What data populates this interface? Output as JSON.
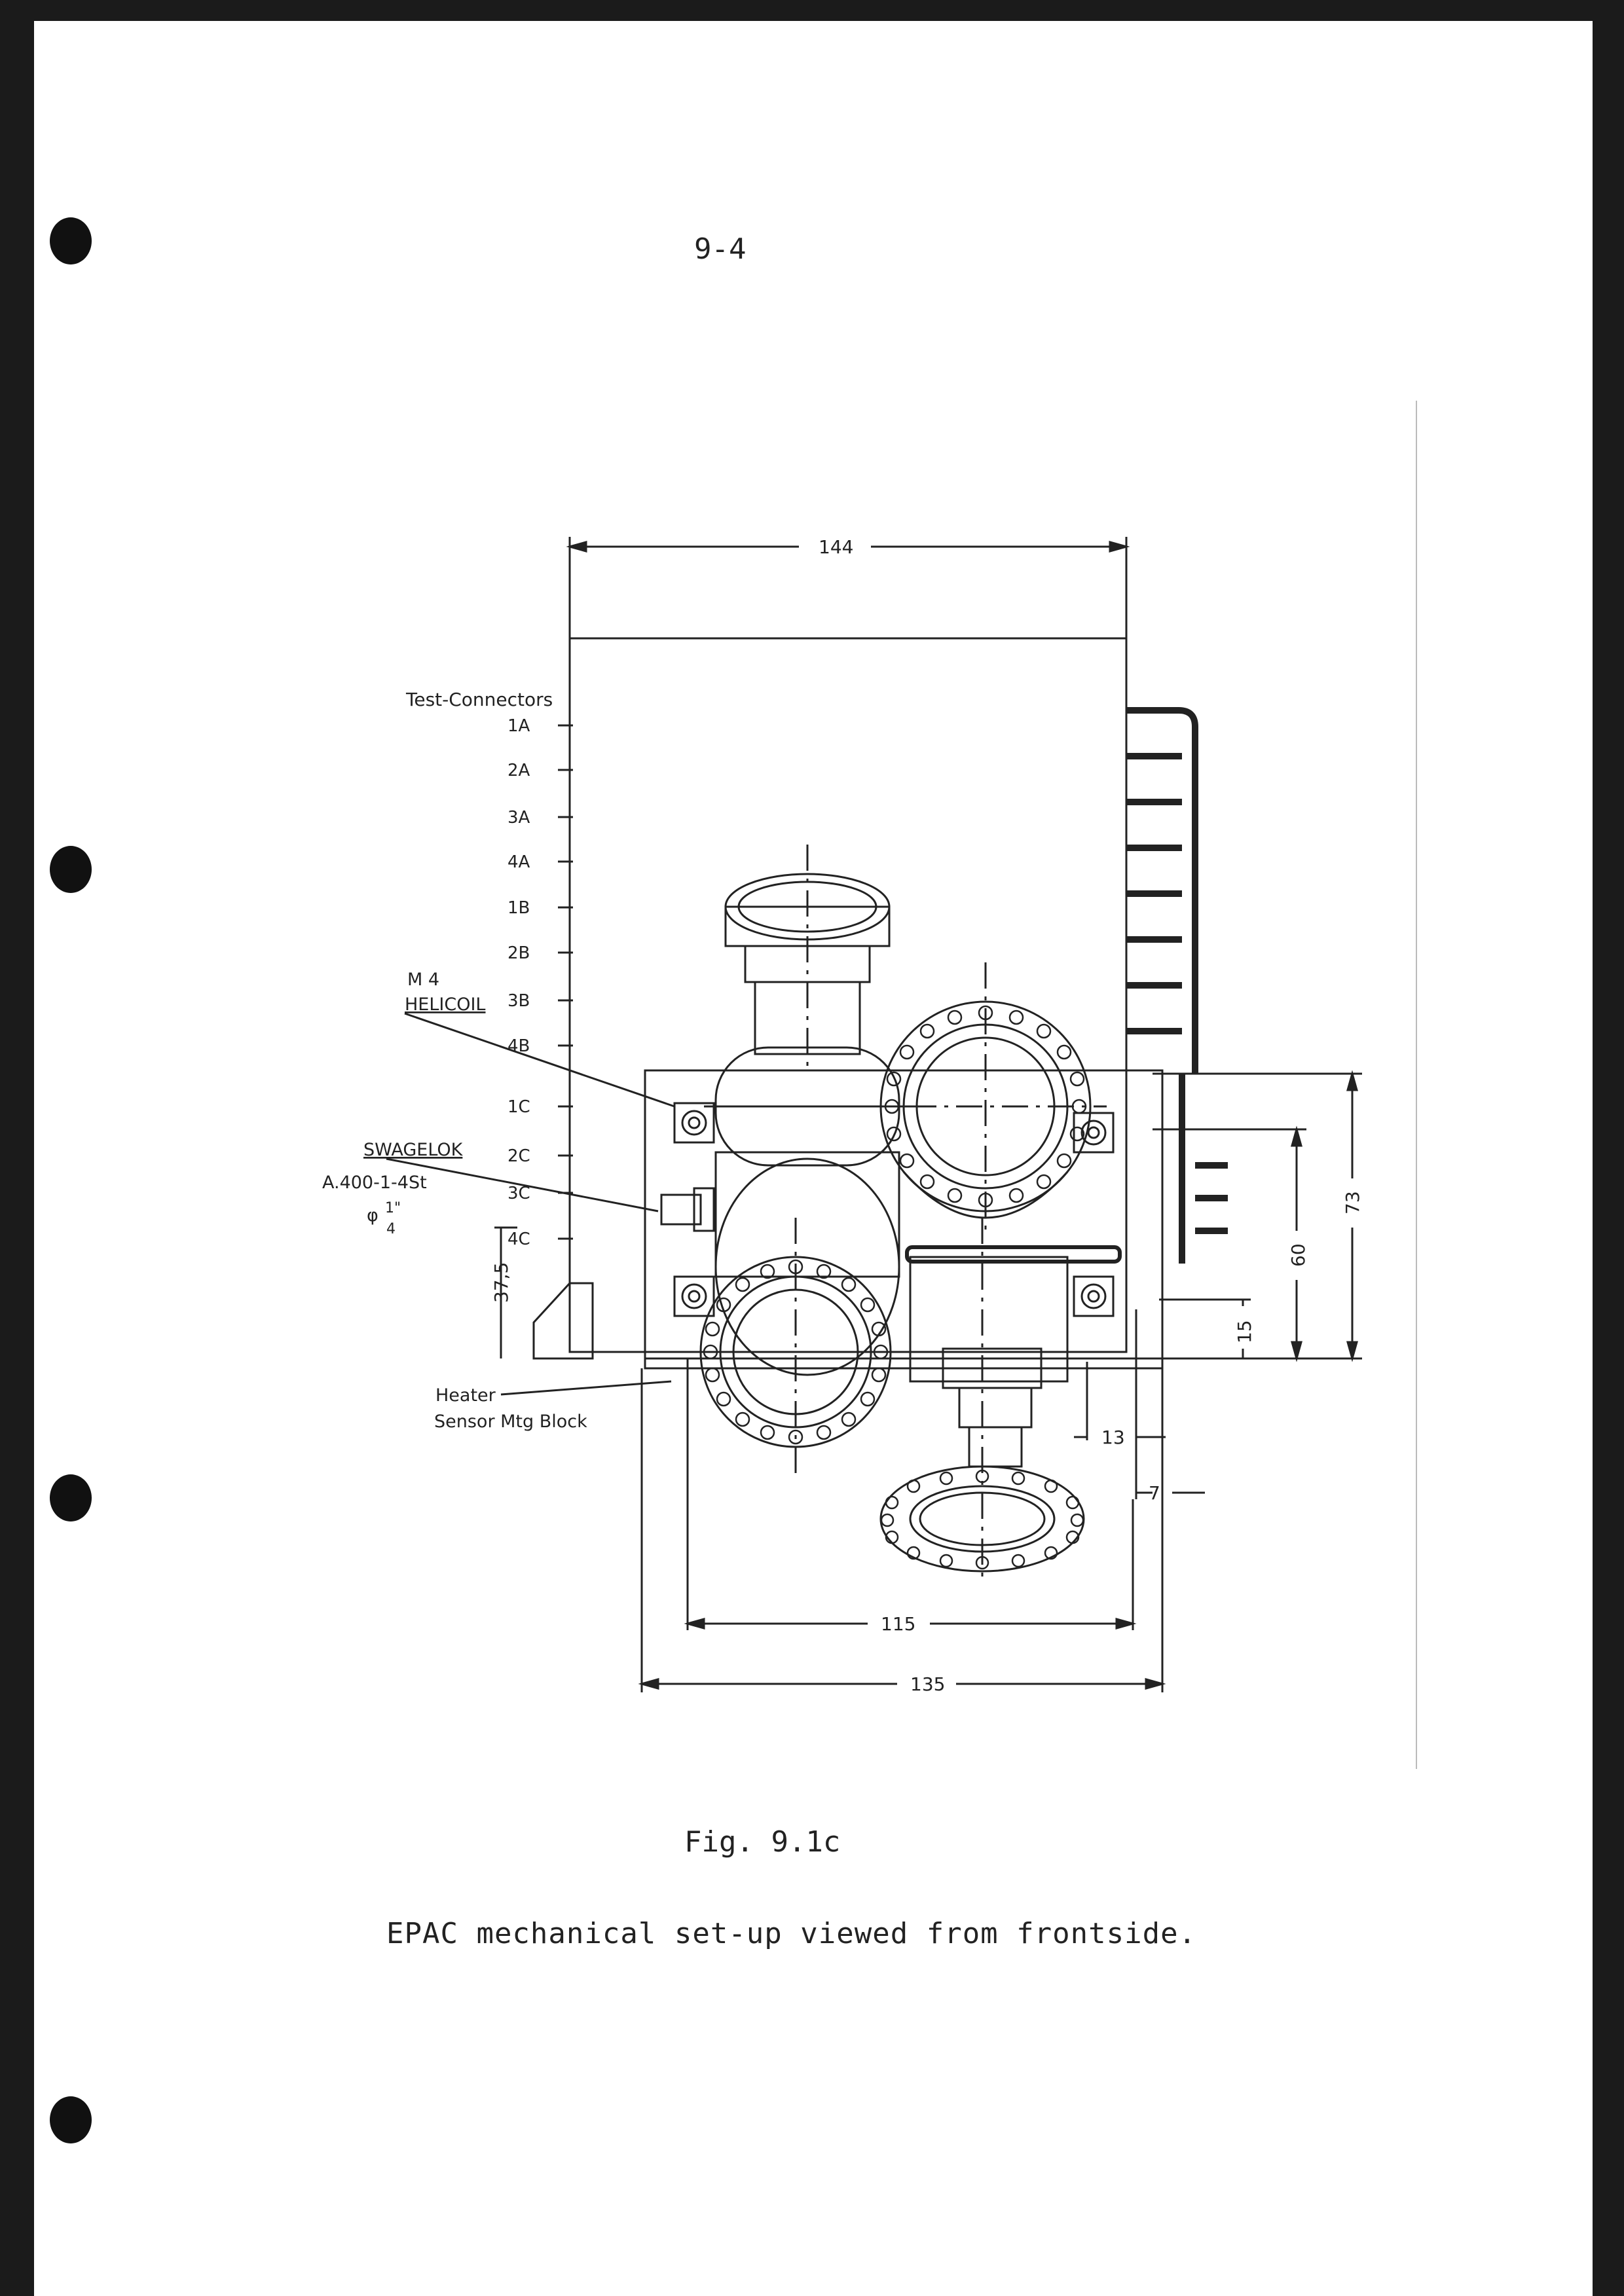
{
  "page": {
    "number": "9-4",
    "figure_label": "Fig. 9.1c",
    "figure_caption": "EPAC mechanical set-up viewed from frontside."
  },
  "drawing": {
    "connector_title": "Test-Connectors",
    "connectors": [
      "1A",
      "2A",
      "3A",
      "4A",
      "1B",
      "2B",
      "3B",
      "4B",
      "1C",
      "2C",
      "3C",
      "4C"
    ],
    "callouts": {
      "m4": "M 4",
      "helicoil": "HELICOIL",
      "swagelok": "SWAGELOK",
      "swagelok_part": "A.400-1-4St",
      "pipe_phi": "φ",
      "pipe_num": "1\"",
      "pipe_den": "4",
      "heater": "Heater",
      "sensor_block": "Sensor Mtg Block"
    },
    "dimensions": {
      "width_top": "144",
      "height_left": "37,5",
      "height_73": "73",
      "height_60": "60",
      "height_15": "15",
      "offset_13": "13",
      "offset_7": "7",
      "width_115": "115",
      "width_135": "135"
    }
  }
}
